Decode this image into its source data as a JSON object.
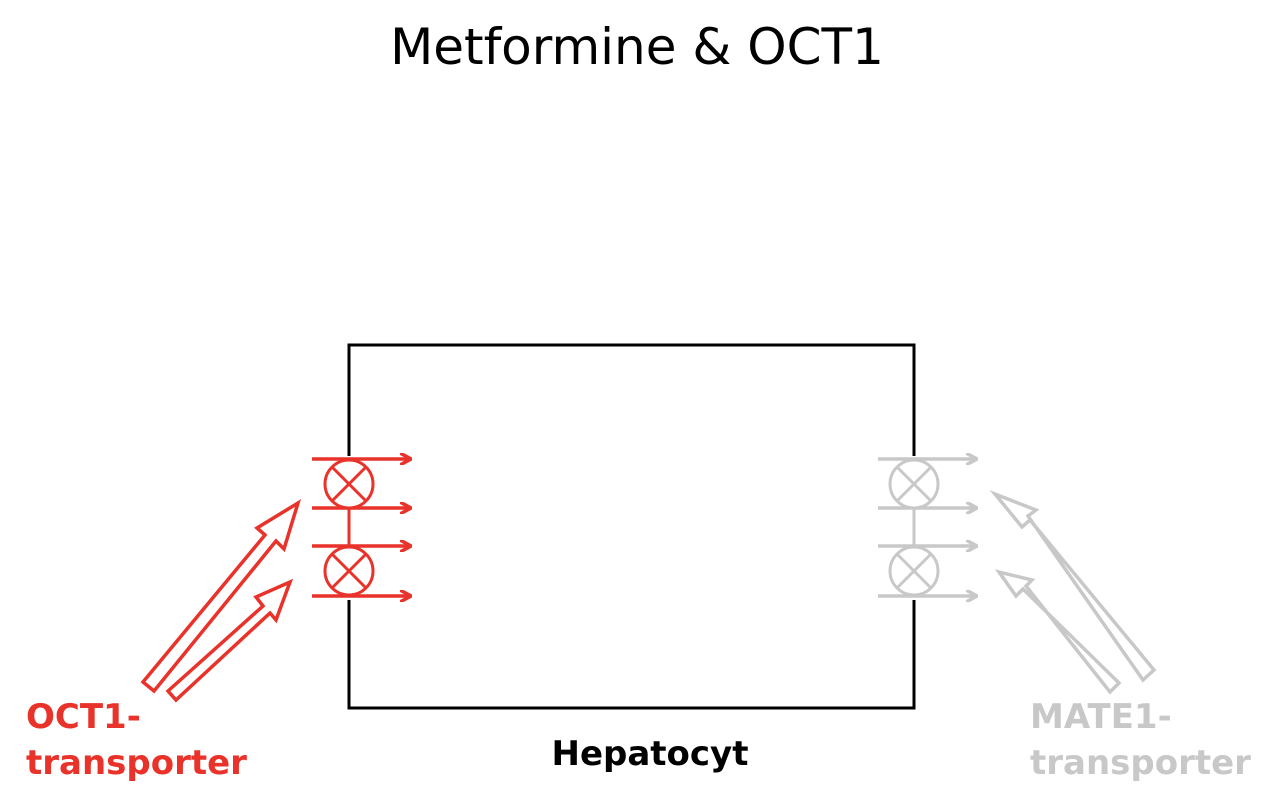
{
  "title": "Metformine & OCT1",
  "cell": {
    "label": "Hepatocyt"
  },
  "transporters": {
    "oct1": {
      "line1": "OCT1-",
      "line2": "transporter",
      "color": "#e8322a"
    },
    "mate1": {
      "line1": "MATE1-",
      "line2": "transporter",
      "color": "#c8c8c8"
    }
  }
}
